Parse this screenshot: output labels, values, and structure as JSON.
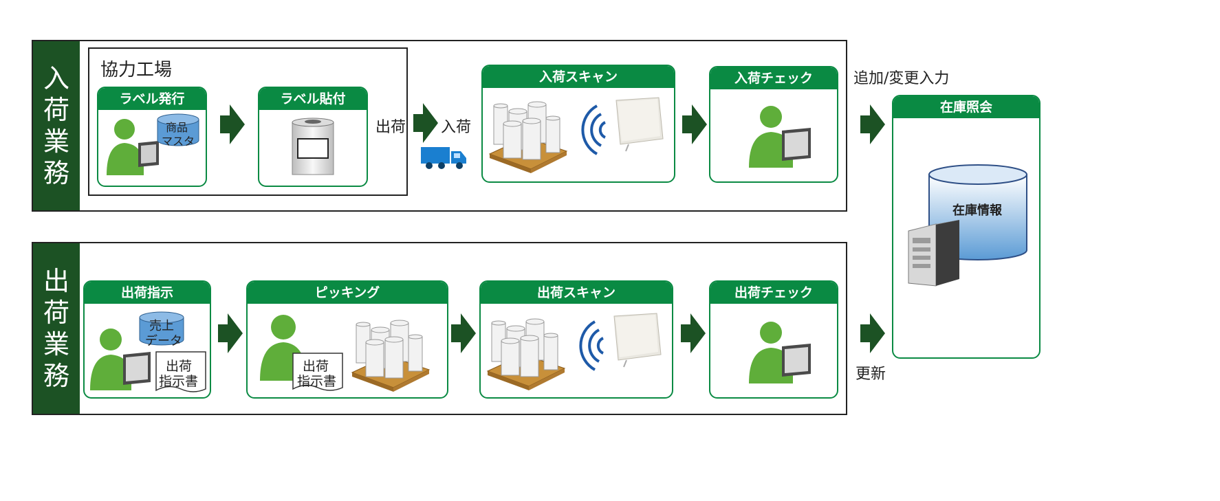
{
  "lanes": {
    "inbound": "入荷業務",
    "outbound": "出荷業務"
  },
  "group": {
    "title": "協力工場"
  },
  "cards": {
    "label_issue": "ラベル発行",
    "label_attach": "ラベル貼付",
    "in_scan": "入荷スキャン",
    "in_check": "入荷チェック",
    "stock_query": "在庫照会",
    "ship_instr": "出荷指示",
    "picking": "ピッキング",
    "out_scan": "出荷スキャン",
    "out_check": "出荷チェック"
  },
  "db": {
    "product_master_1": "商品",
    "product_master_2": "マスタ",
    "sales_1": "売上",
    "sales_2": "データ",
    "inventory": "在庫情報"
  },
  "docs": {
    "ship_doc_1": "出荷",
    "ship_doc_2": "指示書"
  },
  "labels": {
    "ship": "出荷",
    "receive": "入荷",
    "add_change": "追加/変更入力",
    "update": "更新"
  },
  "colors": {
    "green_dark": "#1c5224",
    "green": "#0a8a43",
    "person": "#5fae3a",
    "db_blue": "#5b9bd5",
    "truck": "#1a7fd0"
  }
}
